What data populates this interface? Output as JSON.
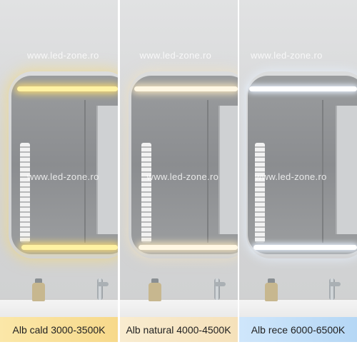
{
  "watermark": "www.led-zone.ro",
  "panels": [
    {
      "label": "Alb cald 3000-3500K",
      "led_color": "#fff2a3",
      "glow_color": "#f5d874"
    },
    {
      "label": "Alb natural 4000-4500K",
      "led_color": "#fff7e3",
      "glow_color": "#f2e2bd"
    },
    {
      "label": "Alb rece 6000-6500K",
      "led_color": "#ffffff",
      "glow_color": "#e8f2ff"
    }
  ],
  "colors": {
    "label_warm_bg": "#f7d98b",
    "label_natural_bg": "#f5e1ba",
    "label_cold_bg": "#b5d7f5"
  }
}
